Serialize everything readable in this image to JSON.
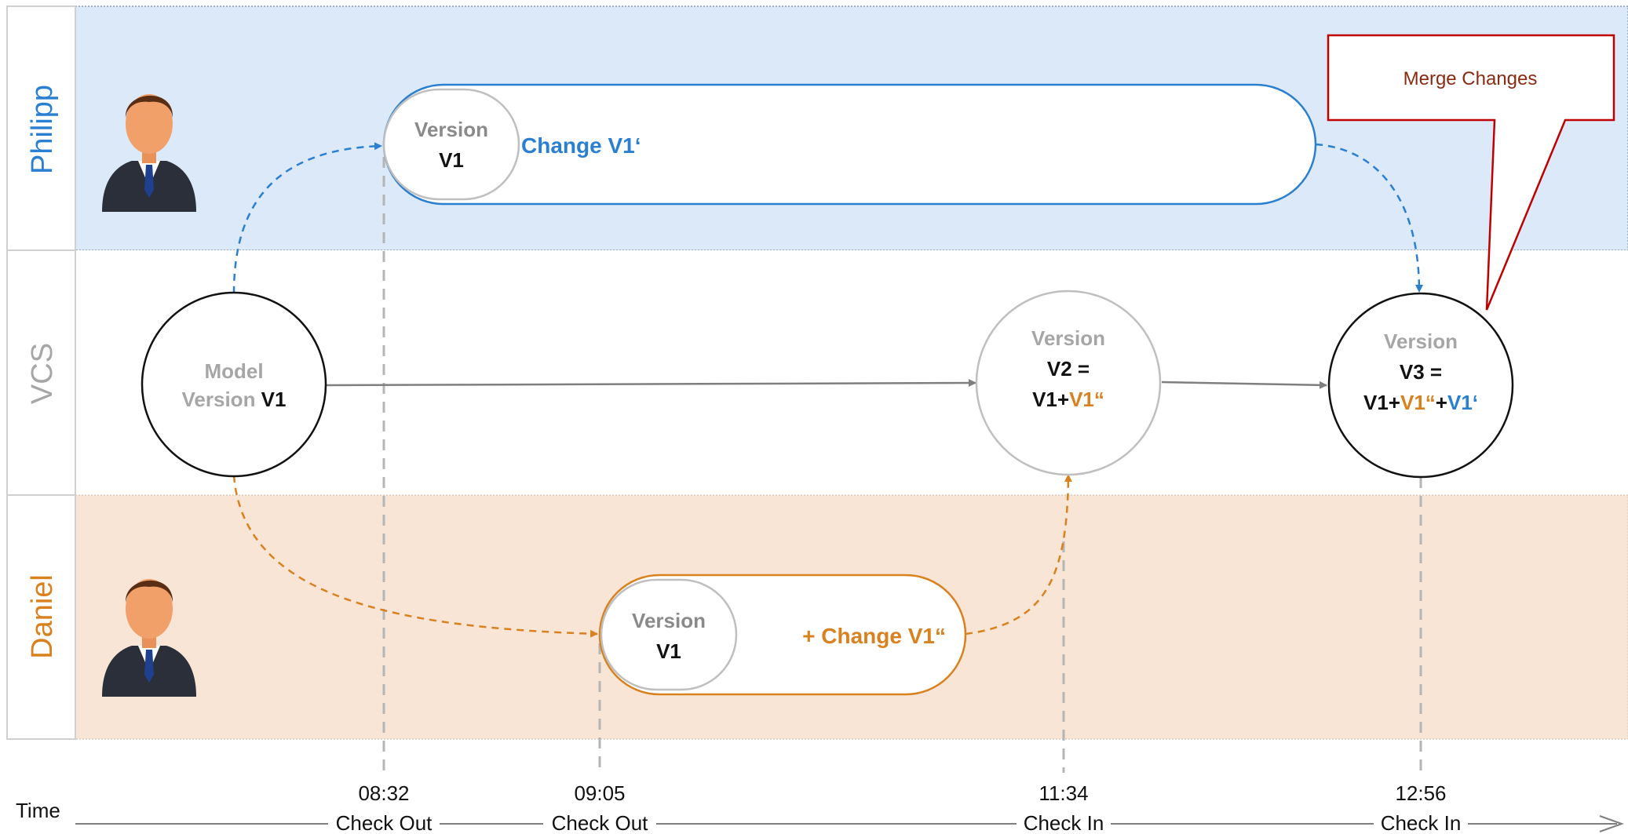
{
  "lanes": {
    "philipp": "Philipp",
    "vcs": "VCS",
    "daniel": "Daniel"
  },
  "colors": {
    "blue": "#2a7fd1",
    "orange": "#d9811f",
    "gray": "#999999",
    "dark": "#111111",
    "lane_blue": "#dbe9f8",
    "lane_orange": "#f8e5d5",
    "callout_red": "#c00000",
    "callout_text": "#8b2a12"
  },
  "philipp_branch": {
    "version_label": "Version",
    "version_value": "V1",
    "change": "Change V1‘"
  },
  "daniel_branch": {
    "version_label": "Version",
    "version_value": "V1",
    "change": "+ Change V1“"
  },
  "vcs_nodes": {
    "v1": {
      "line1": "Model",
      "line2a": "Version ",
      "line2b": "V1"
    },
    "v2": {
      "line1": "Version",
      "line2": "V2 =",
      "line3a": "V1+",
      "line3b": "V1“"
    },
    "v3": {
      "line1": "Version",
      "line2": "V3 =",
      "line3a": "V1+",
      "line3b": "V1“",
      "line3c": "+",
      "line3d": "V1‘"
    }
  },
  "callout": "Merge Changes",
  "timeline": {
    "label": "Time",
    "events": [
      {
        "time": "08:32",
        "action": "Check Out"
      },
      {
        "time": "09:05",
        "action": "Check Out"
      },
      {
        "time": "11:34",
        "action": "Check In"
      },
      {
        "time": "12:56",
        "action": "Check In"
      }
    ]
  }
}
